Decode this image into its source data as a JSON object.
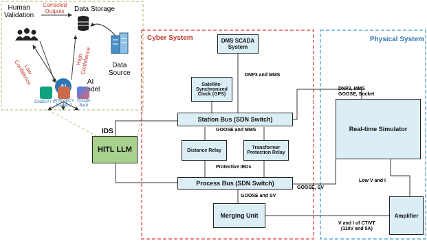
{
  "ai_panel": {
    "human_validation": "Human\nValidation",
    "corrected_outputs": "Corrected\nOutputs",
    "data_storage": "Data Storage",
    "low_confidence": "Low\nConfidence",
    "high_confidence": "High\nConfidence",
    "ai_icon_text": "AI",
    "ai_model": "AI\nModel",
    "data_source": "Data\nSource",
    "chatgpt": "ChatGPT 4",
    "claude": "Anthropic's\nClaude 2",
    "bard": "Google\nBard"
  },
  "ids_label": "IDS",
  "hitl_llm": "HITL LLM",
  "cyber": {
    "title": "Cyber System",
    "dms_scada": "DMS SCADA\nSystem",
    "dnp3_mms": "DNP3 and MMS",
    "gps_clock": "Satellite-\nSynchronized\nClock (GPS)",
    "station_bus": "Station Bus (SDN Switch)",
    "goose_mms": "GOOSE and MMS",
    "distance_relay": "Distance Relay",
    "transformer_relay": "Transformer\nProtection Relay",
    "protective_ieds": "Protective IEDs",
    "process_bus": "Process Bus (SDN Switch)",
    "goose_sv_down": "GOOSE and SV",
    "merging_unit": "Merging Unit"
  },
  "links": {
    "dnp3_goose_socket": "DNP3, MMS\nGOOSE, Socket",
    "goose_sv": "GOOSE, SV",
    "v_i_ct_vt": "V and I of CT/VT\n(110V and 5A)"
  },
  "physical": {
    "title": "Physical System",
    "rt_simulator": "Real-time Simulator",
    "low_v_i": "Low V and I",
    "amplifier": "Amplifier"
  },
  "colors": {
    "cyber_border": "#e0383a",
    "physical_border": "#3b9ad6",
    "ai_border": "#b9c08a",
    "box_fill": "#dbeef6",
    "hitl_fill": "#a9d18e",
    "red_text": "#c0392b",
    "blue_text": "#2e75b6"
  },
  "icons": [
    "people-icon",
    "database-icon",
    "ai-chip-icon",
    "server-icon",
    "chatgpt-logo-icon",
    "claude-logo-icon",
    "bard-logo-icon"
  ]
}
